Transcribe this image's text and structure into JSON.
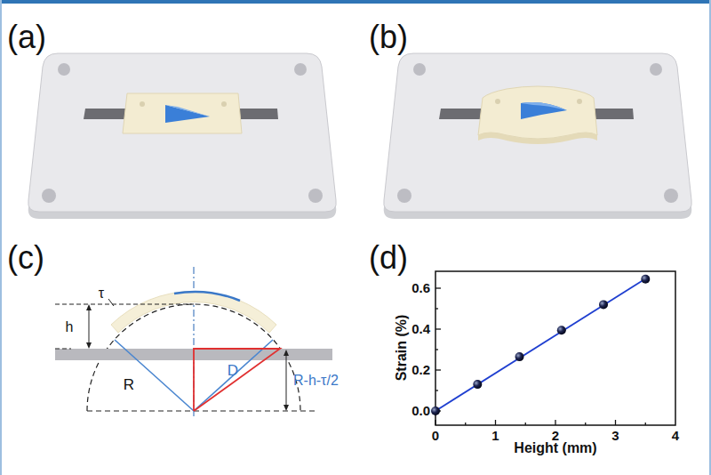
{
  "diagram": {
    "labels": [
      "(a)",
      "(b)",
      "(c)",
      "(d)",
      "h",
      "τ",
      "R",
      "D",
      "R-h-τ/2",
      "Strain (%)",
      "Height (mm)",
      "0.0",
      "0.2",
      "0.4",
      "0.6",
      "0",
      "1",
      "2",
      "3",
      "4"
    ]
  }
}
